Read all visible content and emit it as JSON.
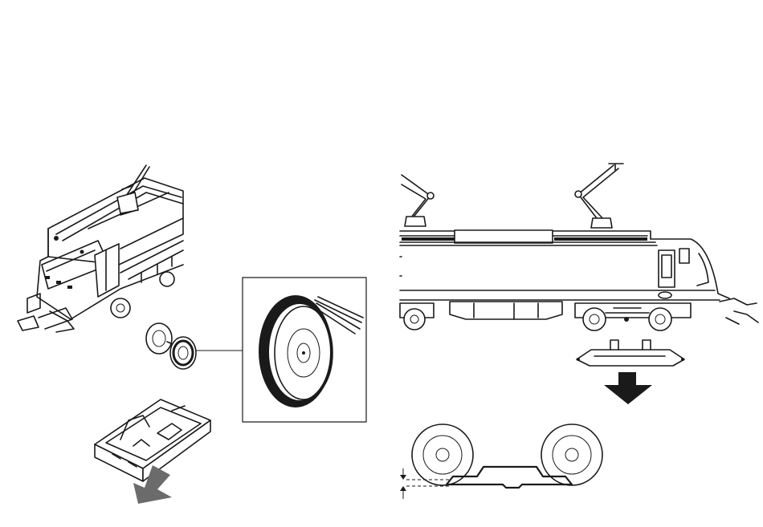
{
  "diagram": {
    "left_panel": {
      "subject": "locomotive-front-wheelset-removal",
      "inset": "traction-tire-detail"
    },
    "right_panel": {
      "subject": "locomotive-side-bogie-cover-removal",
      "detail": "wheel-clearance-cross-section"
    },
    "colors": {
      "line": "#1a1a1a",
      "arrow_dark": "#1a1a1a",
      "arrow_mid": "#6b6b6b",
      "background": "#ffffff"
    }
  }
}
